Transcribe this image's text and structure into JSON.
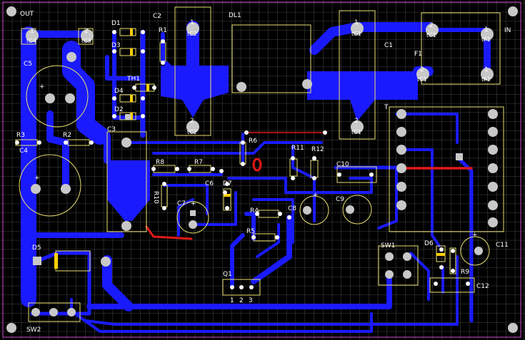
{
  "colors": {
    "background": "#000000",
    "grid": "#5a5a5a",
    "board_outline": "#b040b0",
    "bottom_copper": "#1a1aff",
    "top_copper": "#e01818",
    "silkscreen": "#e8e070",
    "pad": "#c8c8c8",
    "via_ring": "#ffffff",
    "highlight_pad": "#ffd000",
    "text": "#ffffff"
  },
  "labels": {
    "out": "OUT",
    "in": "IN",
    "c5": "C5",
    "c4": "C4",
    "r3": "R3",
    "r2": "R2",
    "d1": "D1",
    "d3": "D3",
    "d4": "D4",
    "d2": "D2",
    "th1": "TH1",
    "c2": "C2",
    "r1": "R1",
    "dl1": "DL1",
    "c1": "C1",
    "f1": "F1",
    "c3": "C3",
    "r8": "R8",
    "r7": "R7",
    "r6": "R6",
    "c6": "C6",
    "d7": "D7",
    "r10": "R10",
    "c7": "C7",
    "r4": "R4",
    "r5": "R5",
    "c8": "C8",
    "r11": "R11",
    "r12": "R12",
    "c10": "C10",
    "c9": "C9",
    "t": "T",
    "d5": "D5",
    "q1": "Q1",
    "sw1": "SW1",
    "sw2": "SW2",
    "d6": "D6",
    "r9": "R9",
    "c11": "C11",
    "c12": "C12"
  },
  "pad_labels": {
    "tc4": "tC4",
    "tc3": "tC3",
    "tc2a": "tC2",
    "tc2b": "tC2",
    "tc1a": "tC1",
    "tc1b": "tC1",
    "tc1c": "tC1",
    "tc1d": "tC1",
    "tf1a": "tF1",
    "tf1b": "tF1"
  },
  "pin_numbers": {
    "p1": "1",
    "p2": "2",
    "p3": "3"
  },
  "polarity": {
    "plus": "+"
  }
}
